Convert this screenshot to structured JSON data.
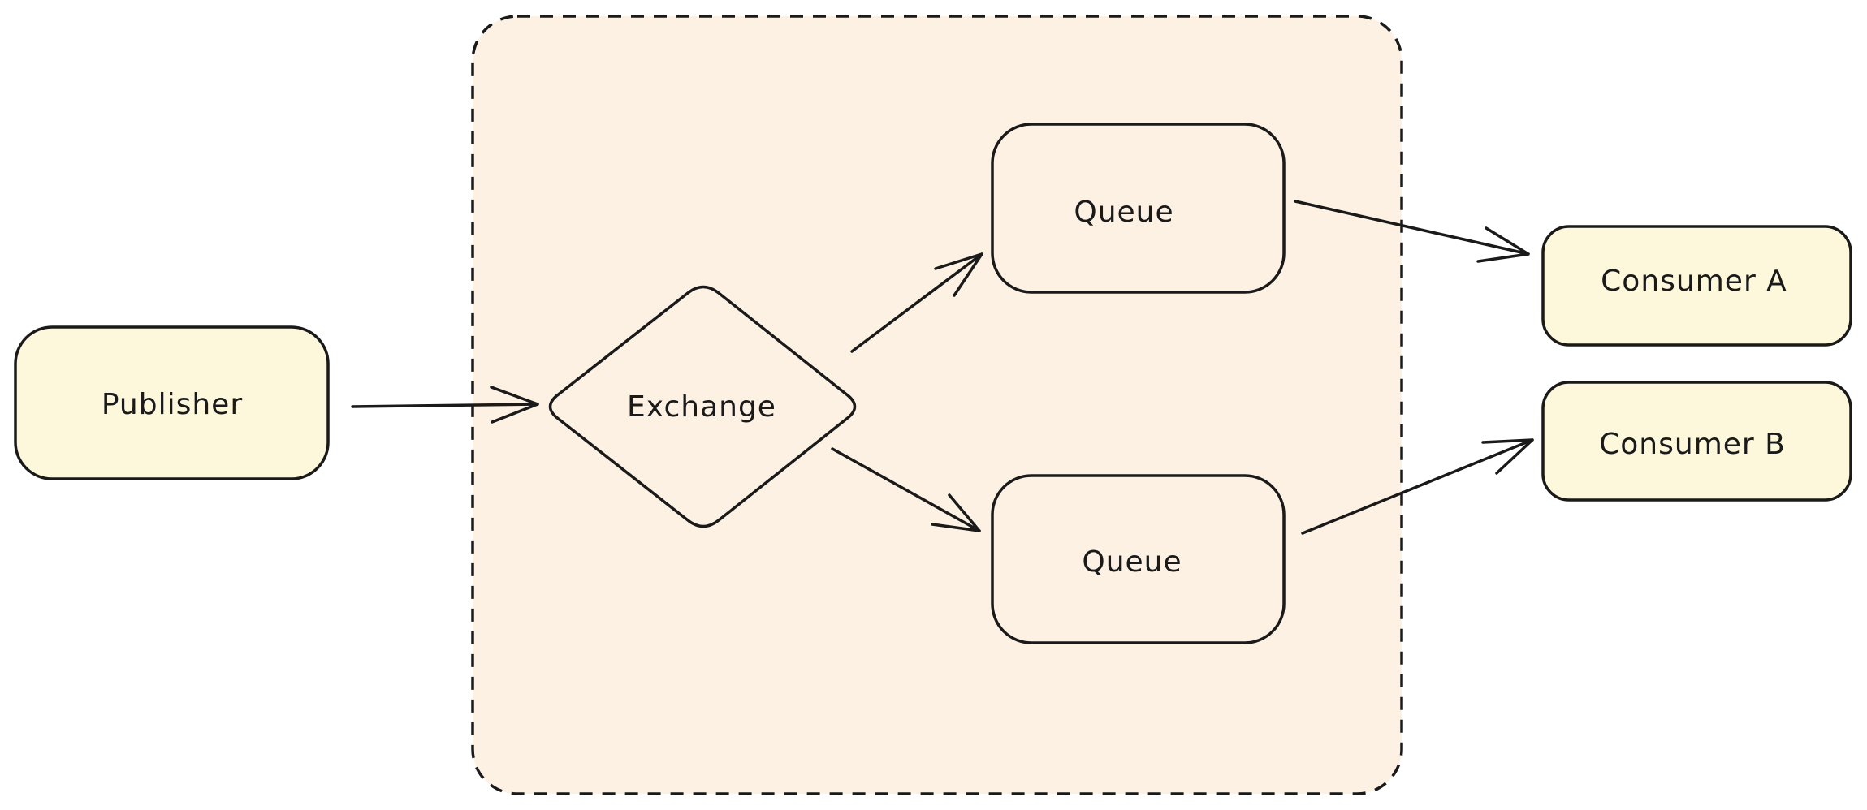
{
  "diagram": {
    "publisher": {
      "label": "Publisher"
    },
    "exchange": {
      "label": "Exchange"
    },
    "queue_top": {
      "label": "Queue"
    },
    "queue_bottom": {
      "label": "Queue"
    },
    "consumer_a": {
      "label": "Consumer A"
    },
    "consumer_b": {
      "label": "Consumer B"
    }
  },
  "colors": {
    "producer_consumer_fill": "#fdf8dc",
    "broker_fill": "#fdf1e3",
    "queue_fill": "#fdf1e3",
    "stroke": "#1a1a1a"
  },
  "edges": [
    {
      "from": "publisher",
      "to": "exchange"
    },
    {
      "from": "exchange",
      "to": "queue_top"
    },
    {
      "from": "exchange",
      "to": "queue_bottom"
    },
    {
      "from": "queue_top",
      "to": "consumer_a"
    },
    {
      "from": "queue_bottom",
      "to": "consumer_b"
    }
  ]
}
